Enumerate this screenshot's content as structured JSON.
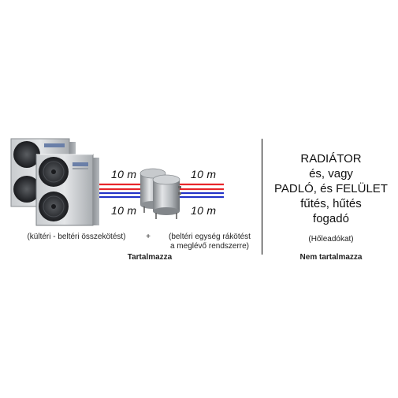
{
  "diagram": {
    "pipe_length_labels": [
      "10 m",
      "10 m",
      "10 m",
      "10 m"
    ],
    "caption_outdoor_link": "(kültéri - beltéri összekötést)",
    "plus_sign": "+",
    "caption_indoor_link_line1": "(beltéri egység rákötést",
    "caption_indoor_link_line2": "a meglévő rendszerre)",
    "included_label": "Tartalmazza",
    "right_panel": {
      "line1": "RADIÁTOR",
      "line2": "és, vagy",
      "line3": "PADLÓ, és FELÜLET",
      "line4": "fűtés, hűtés",
      "line5": "fogadó",
      "note": "(Hőleadókat)",
      "not_included_label": "Nem tartalmazza"
    },
    "colors": {
      "hot_pipe": "#e8262b",
      "cold_pipe": "#2433c8",
      "unit_body": "#a7abb0",
      "tank_body": "#9ea2a6"
    },
    "icons": [
      "heat-pump-outdoor-unit-icon",
      "buffer-tank-icon"
    ]
  }
}
